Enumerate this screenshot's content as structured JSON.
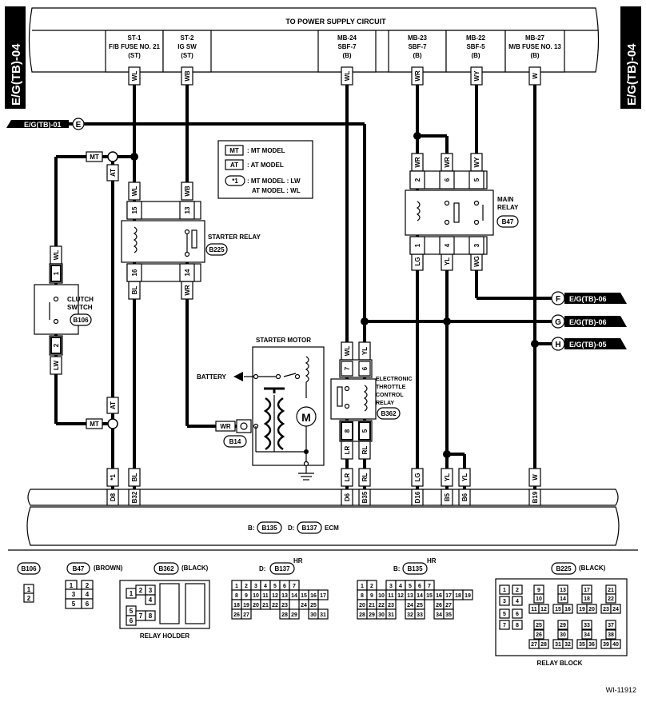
{
  "side_label": "E/G(TB)-04",
  "page_code": "WI-11912",
  "power_supply": {
    "title": "TO POWER SUPPLY CIRCUIT",
    "fuses": [
      {
        "id": "ST-1",
        "line2": "F/B FUSE NO. 21",
        "line3": "(ST)"
      },
      {
        "id": "ST-2",
        "line2": "IG SW",
        "line3": "(ST)"
      },
      {
        "id": "MB-24",
        "line2": "SBF-7",
        "line3": "(B)"
      },
      {
        "id": "MB-23",
        "line2": "SBF-7",
        "line3": "(B)"
      },
      {
        "id": "MB-22",
        "line2": "SBF-5",
        "line3": "(B)"
      },
      {
        "id": "MB-27",
        "line2": "M/B FUSE NO. 13",
        "line3": "(B)"
      }
    ]
  },
  "legend": {
    "mt_tag": "MT",
    "mt_text": ": MT MODEL",
    "at_tag": "AT",
    "at_text": ": AT MODEL",
    "star_tag": "*1",
    "star_mt": ": MT MODEL : LW",
    "star_at": "AT MODEL : WL"
  },
  "connectors_off": {
    "e_in": {
      "label": "E/G(TB)-01",
      "letter": "E"
    },
    "f_out": {
      "label": "E/G(TB)-06",
      "letter": "F"
    },
    "g_out": {
      "label": "E/G(TB)-06",
      "letter": "G"
    },
    "h_out": {
      "label": "E/G(TB)-05",
      "letter": "H"
    }
  },
  "wire_colors": {
    "wl1": "WL",
    "wb1": "WB",
    "wl2": "WL",
    "wr1": "WR",
    "wy1": "WY",
    "w1": "W",
    "wl_sr": "WL",
    "wb_sr": "WB",
    "bl_sr": "BL",
    "wr_sr": "WR",
    "wl_cs": "WL",
    "lw_cs": "LW",
    "wr_mr1": "WR",
    "wr_mr2": "WR",
    "wy_mr": "WY",
    "lg_mr": "LG",
    "yl_mr": "YL",
    "wg_mr": "WG",
    "wl_et": "WL",
    "yl_et": "YL",
    "lr_et": "LR",
    "rl_et": "RL",
    "wr_sm": "WR",
    "star_b": "*1",
    "bl_b": "BL",
    "lr_b": "LR",
    "rl_b": "RL",
    "lg_b": "LG",
    "yl_b1": "YL",
    "yl_b2": "YL",
    "w_b": "W"
  },
  "tags": {
    "mt": "MT",
    "at": "AT"
  },
  "starter_relay": {
    "title": "STARTER RELAY",
    "conn": "B225",
    "pins": {
      "p15": "15",
      "p13": "13",
      "p16": "16",
      "p14": "14"
    }
  },
  "clutch_switch": {
    "title1": "CLUTCH",
    "title2": "SWITCH",
    "conn": "B106",
    "pins": {
      "p1": "1",
      "p2": "2"
    }
  },
  "main_relay": {
    "title1": "MAIN",
    "title2": "RELAY",
    "conn": "B47",
    "pins": {
      "p2": "2",
      "p6": "6",
      "p5": "5",
      "p1": "1",
      "p4": "4",
      "p3": "3"
    }
  },
  "etc_relay": {
    "title1": "ELECTRONIC",
    "title2": "THROTTLE",
    "title3": "CONTROL",
    "title4": "RELAY",
    "conn": "B362",
    "pins": {
      "p7": "7",
      "p6": "6",
      "p8": "8",
      "p5": "5"
    }
  },
  "starter_motor": {
    "title": "STARTER MOTOR",
    "battery": "BATTERY",
    "motor": "M",
    "conn": "B14"
  },
  "ecm": {
    "pins": [
      "D8",
      "B32",
      "D6",
      "B35",
      "D16",
      "B5",
      "B6",
      "B19"
    ],
    "b_label": "B:",
    "b_conn": "B135",
    "d_label": "D:",
    "d_conn": "B137",
    "name": "ECM"
  },
  "bottom": {
    "b106": {
      "conn": "B106",
      "cells": [
        "1",
        "2"
      ]
    },
    "b47": {
      "conn": "B47",
      "color": "(BROWN)",
      "cells": [
        "1",
        "2",
        "3",
        "4",
        "5",
        "6"
      ]
    },
    "b362": {
      "conn": "B362",
      "color": "(BLACK)",
      "cells": [
        "1",
        "2",
        "3",
        "4",
        "5",
        "6",
        "7",
        "8"
      ],
      "caption": "RELAY HOLDER"
    },
    "b137": {
      "prefix": "D:",
      "conn": "B137",
      "hr": "HR",
      "rows": [
        [
          "1",
          "2",
          "3",
          "4",
          "5",
          "6",
          "7"
        ],
        [
          "8",
          "9",
          "10",
          "11",
          "12",
          "13",
          "14",
          "15",
          "16",
          "17"
        ],
        [
          "18",
          "19",
          "20",
          "21",
          "22",
          "23",
          "",
          "24",
          "25"
        ],
        [
          "26",
          "27",
          "",
          "",
          "",
          "28",
          "29",
          "",
          "30",
          "31"
        ]
      ]
    },
    "b135": {
      "prefix": "B:",
      "conn": "B135",
      "hr": "HR",
      "rows": [
        [
          "1",
          "2",
          "",
          "3",
          "4",
          "5",
          "6",
          "7"
        ],
        [
          "8",
          "9",
          "10",
          "11",
          "12",
          "13",
          "14",
          "15",
          "16",
          "17",
          "18",
          "19"
        ],
        [
          "20",
          "21",
          "22",
          "23",
          "",
          "24",
          "25",
          "",
          "26",
          "27"
        ],
        [
          "28",
          "29",
          "30",
          "31",
          "",
          "32",
          "33",
          "",
          "34",
          "35"
        ]
      ]
    },
    "b225": {
      "conn": "B225",
      "color": "(BLACK)",
      "caption": "RELAY BLOCK",
      "cells": [
        "1",
        "2",
        "3",
        "4",
        "5",
        "6",
        "7",
        "8",
        "9",
        "10",
        "11",
        "12",
        "13",
        "14",
        "15",
        "16",
        "17",
        "18",
        "19",
        "20",
        "21",
        "22",
        "23",
        "24",
        "25",
        "26",
        "27",
        "28",
        "29",
        "30",
        "31",
        "32",
        "33",
        "34",
        "35",
        "36",
        "37",
        "38",
        "39",
        "40"
      ]
    }
  }
}
